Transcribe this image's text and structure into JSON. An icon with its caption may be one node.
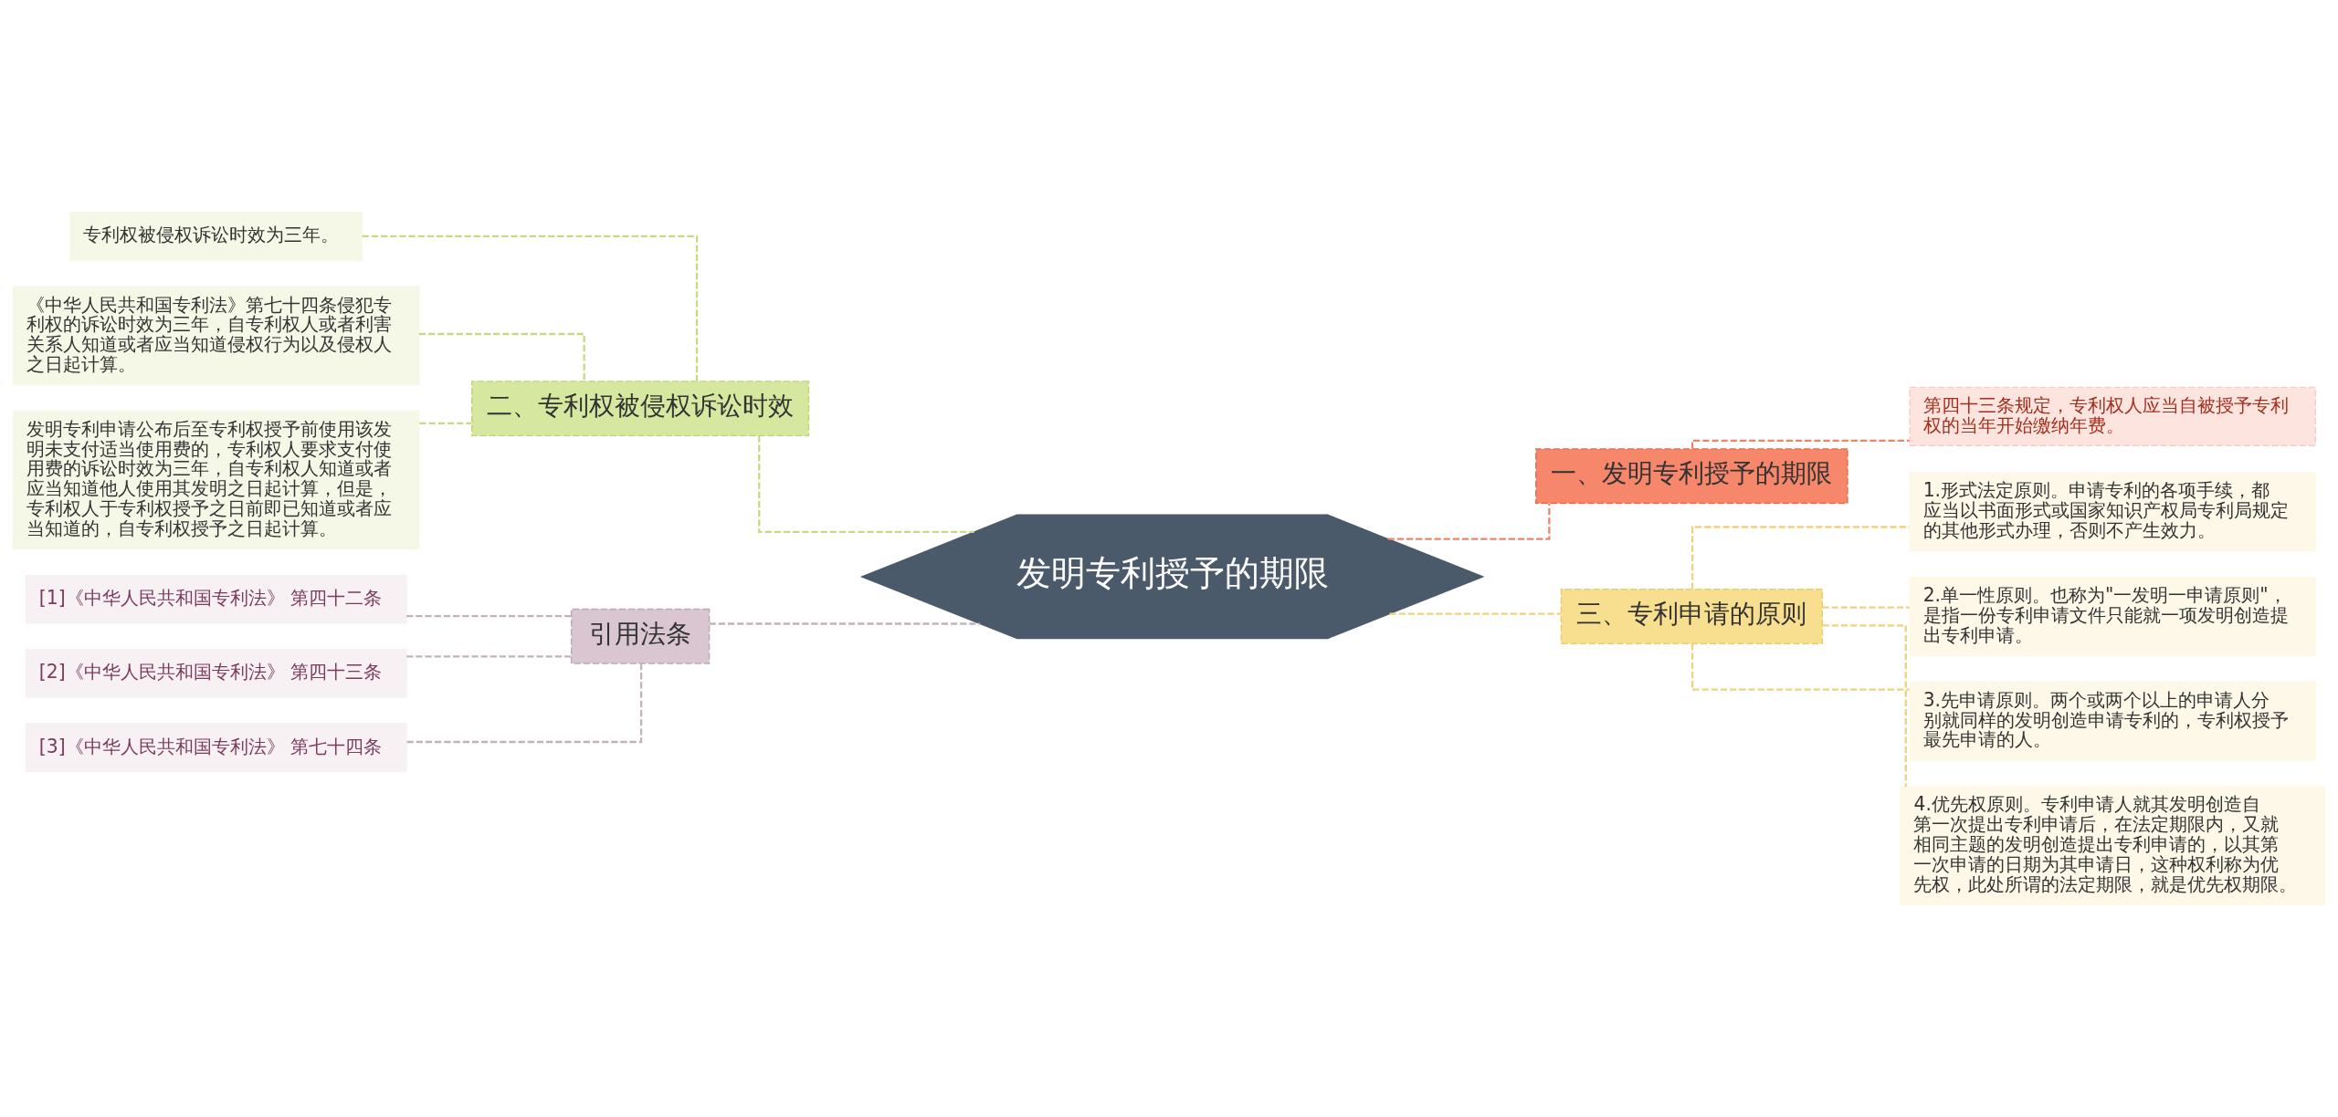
{
  "diagram": {
    "nodes": [
      {
        "text": [
          "发明专利授予的期限"
        ]
      },
      {
        "text": [
          "二、专利权被侵权诉讼时效"
        ]
      },
      {
        "text": [
          "专利权被侵权诉讼时效为三年。"
        ]
      },
      {
        "text": [
          "《中华人民共和国专利法》第七十四条侵犯专利权的诉讼时效为三年，自专利权人或者利害关系人知道或者应当知道侵权行为以及侵权人之日起计算。"
        ]
      },
      {
        "text": [
          "发明专利申请公布后至专利权授予前使用该发明未支付适当使用费的，专利权人要求支付使用费的诉讼时效为三年，自专利权人知道或者应当知道他人使用其发明之日起计算，但是，专利权人于专利权授予之日前即已知道或者应当知道的，自专利权授予之日起计算。"
        ]
      },
      {
        "text": [
          "引用法条"
        ]
      },
      {
        "text": [
          "[1]《中华人民共和国专利法》 第四十二条"
        ]
      },
      {
        "text": [
          "[2]《中华人民共和国专利法》 第四十三条"
        ]
      },
      {
        "text": [
          "[3]《中华人民共和国专利法》 第七十四条"
        ]
      },
      {
        "text": [
          "一、发明专利授予的期限"
        ]
      },
      {
        "text": [
          "第四十三条规定，专利权人应当自被授予专利权的当年开始缴纳年费。"
        ]
      },
      {
        "text": [
          "三、专利申请的原则"
        ]
      },
      {
        "text": [
          "1.形式法定原则。申请专利的各项手续，都应当以书面形式或国家知识产权局专利局规定的其他形式办理，否则不产生效力。"
        ]
      },
      {
        "text": [
          "2.单一性原则。也称为\"一发明一申请原则\"，是指一份专利申请文件只能就一项发明创造提出专利申请。"
        ]
      },
      {
        "text": [
          "3.先申请原则。两个或两个以上的申请人分别就同样的发明创造申请专利的，专利权授予最先申请的人。"
        ]
      },
      {
        "text": [
          "4.优先权原则。专利申请人就其发明创造自第一次提出专利申请后，在法定期限内，又就相同主题的发明创造提出专利申请的，以其第一次申请的日期为其申请日，这种权利称为优先权，此处所谓的法定期限，就是优先权期限。"
        ]
      }
    ],
    "edges": [
      {
        "from": 1,
        "to": 0,
        "arrow": "none",
        "style": "dashed",
        "color": "#c6da86"
      },
      {
        "from": 2,
        "to": 1,
        "arrow": "none",
        "style": "dashed",
        "color": "#c6da86"
      },
      {
        "from": 3,
        "to": 1,
        "arrow": "none",
        "style": "dashed",
        "color": "#c6da86"
      },
      {
        "from": 4,
        "to": 1,
        "arrow": "none",
        "style": "dashed",
        "color": "#c6da86"
      },
      {
        "from": 5,
        "to": 0,
        "arrow": "none",
        "style": "dashed",
        "color": "#c2b2bd"
      },
      {
        "from": 6,
        "to": 5,
        "arrow": "none",
        "style": "dashed",
        "color": "#c2b2bd"
      },
      {
        "from": 7,
        "to": 5,
        "arrow": "none",
        "style": "dashed",
        "color": "#c2b2bd"
      },
      {
        "from": 8,
        "to": 5,
        "arrow": "none",
        "style": "dashed",
        "color": "#c2b2bd"
      },
      {
        "from": 0,
        "to": 9,
        "arrow": "none",
        "style": "dashed",
        "color": "#ef8468"
      },
      {
        "from": 9,
        "to": 10,
        "arrow": "none",
        "style": "dashed",
        "color": "#ef8468"
      },
      {
        "from": 0,
        "to": 11,
        "arrow": "none",
        "style": "dashed",
        "color": "#eed27e"
      },
      {
        "from": 11,
        "to": 12,
        "arrow": "none",
        "style": "dashed",
        "color": "#eed27e"
      },
      {
        "from": 11,
        "to": 13,
        "arrow": "none",
        "style": "dashed",
        "color": "#eed27e"
      },
      {
        "from": 11,
        "to": 14,
        "arrow": "none",
        "style": "dashed",
        "color": "#eed27e"
      },
      {
        "from": 11,
        "to": 15,
        "arrow": "none",
        "style": "dashed",
        "color": "#eed27e"
      }
    ]
  }
}
